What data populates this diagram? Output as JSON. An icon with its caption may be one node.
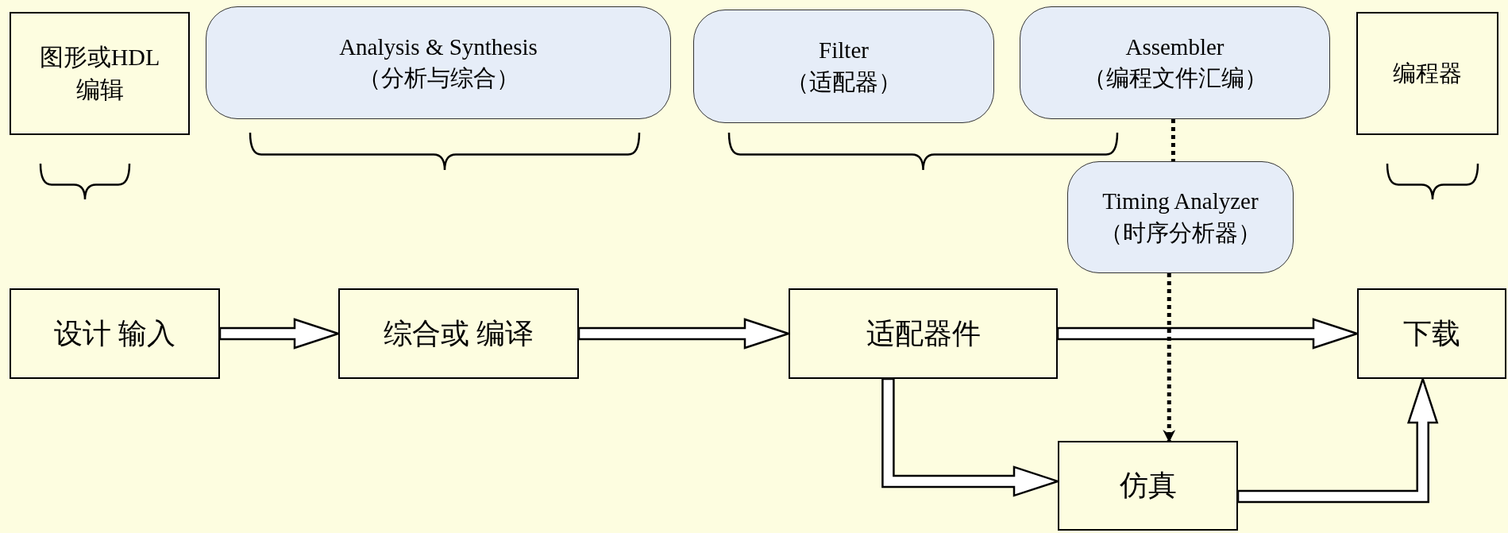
{
  "diagram": {
    "nodes": [
      {
        "text": [
          "图形或HDL编辑"
        ]
      },
      {
        "text": [
          "Analysis & Synthesis",
          "（分析与综合）"
        ]
      },
      {
        "text": [
          "Filter",
          "（适配器）"
        ]
      },
      {
        "text": [
          "Assembler",
          "（编程文件汇编）"
        ]
      },
      {
        "text": [
          "编程器"
        ]
      },
      {
        "text": [
          "Timing Analyzer",
          "（时序分析器）"
        ]
      },
      {
        "text": [
          "设计 输入"
        ]
      },
      {
        "text": [
          "综合或 编译"
        ]
      },
      {
        "text": [
          "适配器件"
        ]
      },
      {
        "text": [
          "下载"
        ]
      },
      {
        "text": [
          "仿真"
        ]
      }
    ],
    "edges": [
      {
        "from": 6,
        "to": 7,
        "arrow": "to"
      },
      {
        "from": 7,
        "to": 8,
        "arrow": "to"
      },
      {
        "from": 8,
        "to": 9,
        "arrow": "to"
      },
      {
        "from": 8,
        "to": 10,
        "arrow": "to"
      },
      {
        "from": 10,
        "to": 9,
        "arrow": "to"
      },
      {
        "from": 3,
        "to": 5,
        "arrow": "none",
        "style": "dashed"
      },
      {
        "from": 5,
        "to": 10,
        "arrow": "to",
        "style": "dashed"
      }
    ]
  }
}
